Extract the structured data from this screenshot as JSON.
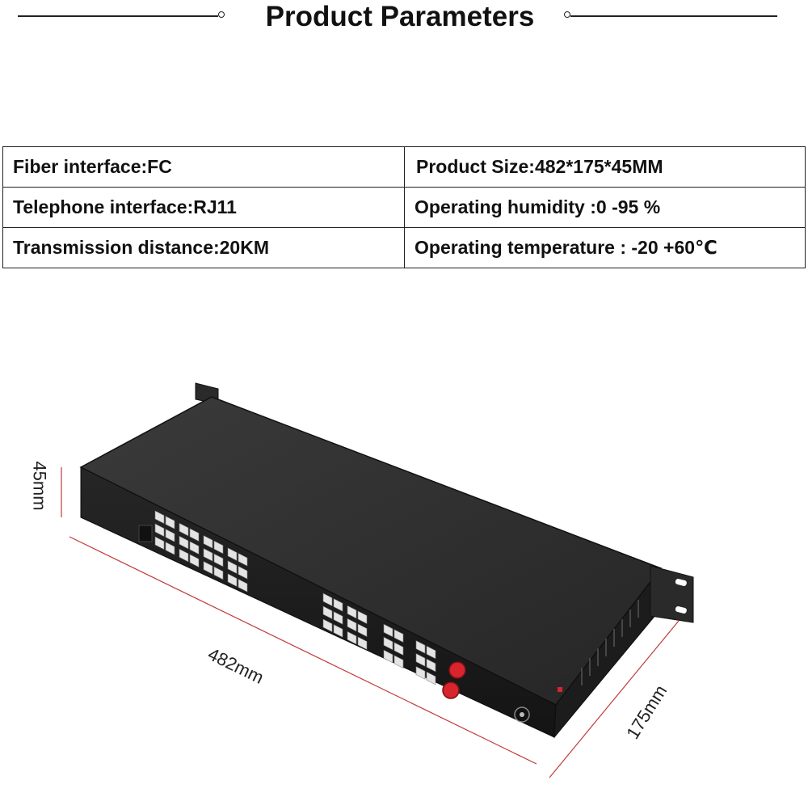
{
  "header": {
    "title": "Product Parameters"
  },
  "parameters": [
    [
      "Fiber interface:FC",
      "Product Size:482*175*45MM"
    ],
    [
      "Telephone interface:RJ11",
      "Operating humidity :0 -95 %"
    ],
    [
      "Transmission distance:20KM",
      "Operating temperature : -20 +60℃"
    ]
  ],
  "dimensions": {
    "height": "45mm",
    "length": "482mm",
    "depth": "175mm"
  },
  "colors": {
    "chassis_top": "#2c2c2c",
    "chassis_front": "#1e1e1e",
    "port_fill": "#e4e4e4",
    "fiber_connector": "#d8242c",
    "dimension_line": "#c23a3a"
  },
  "icons": [
    "fiber-transceiver-device-image"
  ]
}
